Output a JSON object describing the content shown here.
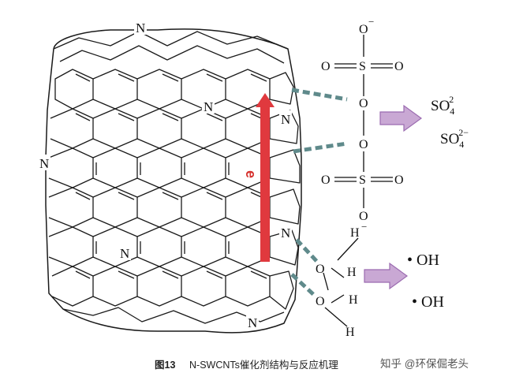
{
  "atoms": {
    "nitrogen": "N",
    "oxygen": "O",
    "sulfur": "S",
    "hydrogen": "H"
  },
  "charges": {
    "o_minus": "−",
    "h_minus": "−"
  },
  "electron": "e",
  "products": {
    "sulfate_radical": {
      "base": "SO",
      "sub": "4",
      "sup": "2"
    },
    "sulfate_ion": {
      "base": "SO",
      "sub": "4",
      "sup": "2−"
    },
    "hydroxyl_1": "• OH",
    "hydroxyl_2": "• OH"
  },
  "caption": {
    "number": "图13",
    "text": "N-SWCNTs催化剂结构与反应机理",
    "watermark": "知乎 @环保倔老头"
  },
  "colors": {
    "electron_arrow": "#e0393e",
    "bond_dash": "#5f8a8b",
    "product_arrow": "#c9a8d4",
    "product_arrow_stroke": "#9b6bb0"
  }
}
